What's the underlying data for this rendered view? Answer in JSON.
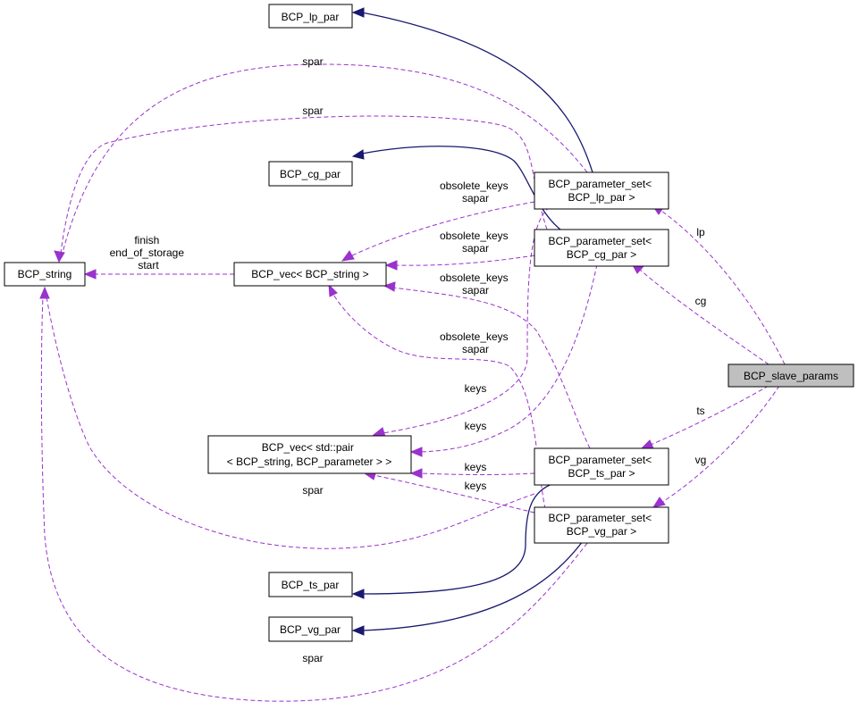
{
  "nodes": {
    "bcp_lp_par": [
      "BCP_lp_par"
    ],
    "bcp_cg_par": [
      "BCP_cg_par"
    ],
    "bcp_string": [
      "BCP_string"
    ],
    "bcp_vec_string": [
      "BCP_vec< BCP_string >"
    ],
    "bcp_vec_pair": [
      "BCP_vec< std::pair",
      "< BCP_string, BCP_parameter > >"
    ],
    "bcp_ts_par": [
      "BCP_ts_par"
    ],
    "bcp_vg_par": [
      "BCP_vg_par"
    ],
    "set_lp": [
      "BCP_parameter_set<",
      "BCP_lp_par >"
    ],
    "set_cg": [
      "BCP_parameter_set<",
      "BCP_cg_par >"
    ],
    "set_ts": [
      "BCP_parameter_set<",
      "BCP_ts_par >"
    ],
    "set_vg": [
      "BCP_parameter_set<",
      "BCP_vg_par >"
    ],
    "slave_params": [
      "BCP_slave_params"
    ]
  },
  "edge_labels": {
    "spar_top1": [
      "spar"
    ],
    "spar_top2": [
      "spar"
    ],
    "finish_etc": [
      "finish",
      "end_of_storage",
      "start"
    ],
    "ok_lp": [
      "obsolete_keys",
      "sapar"
    ],
    "ok_cg": [
      "obsolete_keys",
      "sapar"
    ],
    "ok_ts": [
      "obsolete_keys",
      "sapar"
    ],
    "ok_vg": [
      "obsolete_keys",
      "sapar"
    ],
    "keys_1": [
      "keys"
    ],
    "keys_2": [
      "keys"
    ],
    "keys_3": [
      "keys"
    ],
    "keys_4": [
      "keys"
    ],
    "spar_mid": [
      "spar"
    ],
    "spar_bottom": [
      "spar"
    ],
    "lp": [
      "lp"
    ],
    "cg": [
      "cg"
    ],
    "ts": [
      "ts"
    ],
    "vg": [
      "vg"
    ]
  },
  "colors": {
    "inheritance_edge": "#191970",
    "member_edge": "#9a32cd",
    "selected_node_fill": "#bfbfbf"
  }
}
